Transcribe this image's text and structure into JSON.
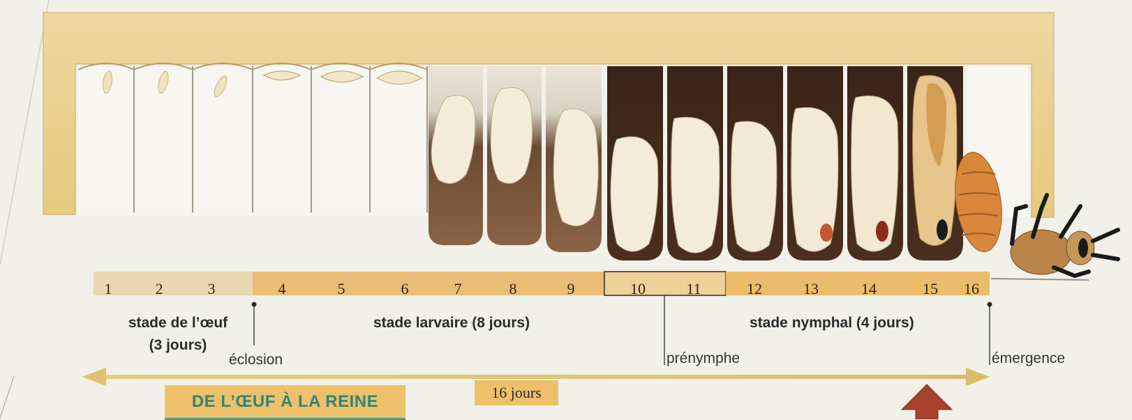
{
  "days": [
    "1",
    "2",
    "3",
    "4",
    "5",
    "6",
    "7",
    "8",
    "9",
    "10",
    "11",
    "12",
    "13",
    "14",
    "15",
    "16"
  ],
  "stages": {
    "egg": {
      "line1": "stade de l’œuf",
      "line2": "(3 jours)"
    },
    "larva": "stade larvaire (8 jours)",
    "nymph": "stade nymphal (4 jours)"
  },
  "events": {
    "hatching": "éclosion",
    "prepupa": "prénymphe",
    "emergence": "émergence"
  },
  "duration_label": "16 jours",
  "title": "DE L’ŒUF À LA REINE",
  "colors": {
    "comb_wax": "#ecd28f",
    "egg_band": "#ead7b2",
    "larva_band": "#e9bd76",
    "nymph_band": "#ebbc6b",
    "cap_dark": "#3a2418",
    "larva": "#f4ecd8",
    "arrow_timeline": "#e3c274",
    "pointer_arrow": "#a8422c",
    "title_text": "#2e8577"
  }
}
